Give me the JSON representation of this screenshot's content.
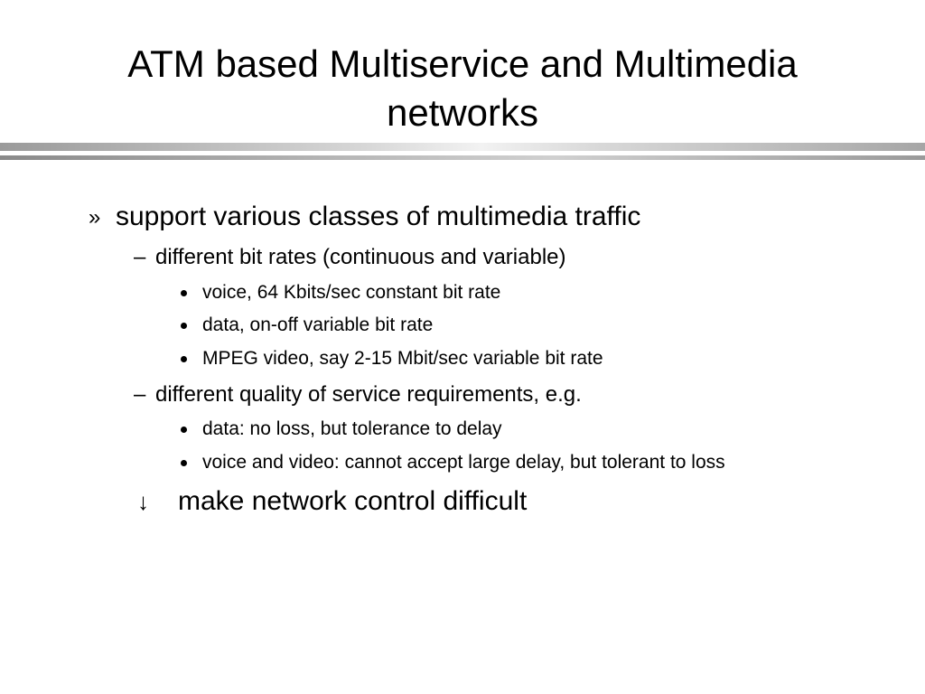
{
  "slide": {
    "title_line1": "ATM based Multiservice and Multimedia",
    "title_line2": "networks"
  },
  "markers": {
    "level1": "»",
    "level2": "–",
    "conclusion": "↓"
  },
  "content": {
    "main_point": "support various classes of multimedia traffic",
    "sub_points": [
      {
        "text": "different bit rates (continuous and variable)",
        "items": [
          "voice, 64 Kbits/sec constant bit rate",
          "data, on-off variable bit rate",
          "MPEG video, say 2-15 Mbit/sec variable bit rate"
        ]
      },
      {
        "text": "different quality of service requirements, e.g.",
        "items": [
          "data: no loss, but tolerance to delay",
          "voice and video: cannot accept large delay, but tolerant to loss"
        ]
      }
    ],
    "conclusion": "make network control difficult"
  }
}
